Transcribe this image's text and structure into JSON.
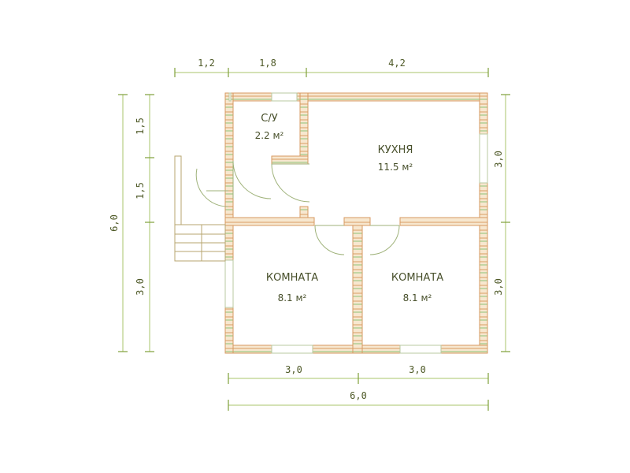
{
  "plan": {
    "top_dimensions": [
      "1,2",
      "1,8",
      "4,2"
    ],
    "bottom_dimensions_split": [
      "3,0",
      "3,0"
    ],
    "bottom_dimension_total": "6,0",
    "left_dimensions": [
      "1,5",
      "1,5",
      "3,0"
    ],
    "left_dimension_total": "6,0",
    "right_dimensions": [
      "3,0",
      "3,0"
    ],
    "rooms": [
      {
        "name": "С/У",
        "area": "2.2 м²"
      },
      {
        "name": "КУХНЯ",
        "area": "11.5 м²"
      },
      {
        "name": "КОМНАТА",
        "area": "8.1 м²"
      },
      {
        "name": "КОМНАТА",
        "area": "8.1 м²"
      }
    ]
  }
}
